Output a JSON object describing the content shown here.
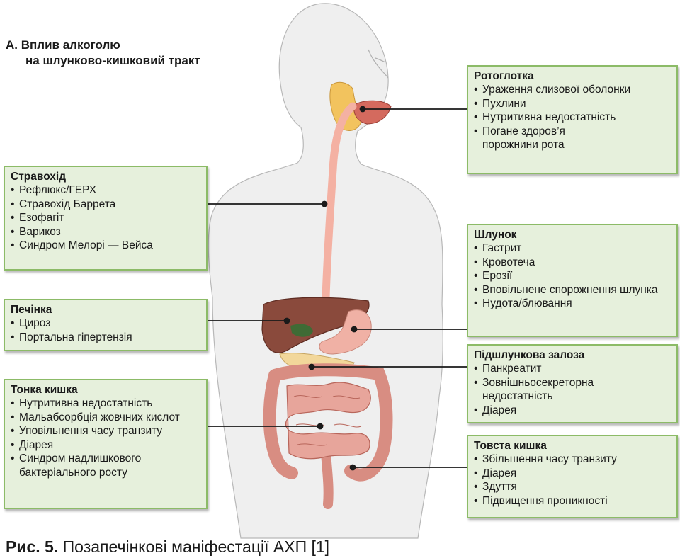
{
  "title": {
    "letter": "А.",
    "line1": "Вплив алкоголю",
    "line2": "на шлунково-кишковий тракт"
  },
  "boxes": {
    "oropharynx": {
      "heading": "Ротоглотка",
      "items": [
        "Ураження слизової оболонки",
        "Пухлини",
        "Нутритивна недостатність",
        "Погане здоров’я порожнини рота"
      ]
    },
    "esophagus": {
      "heading": "Стравохід",
      "items": [
        "Рефлюкс/ГЕРХ",
        "Стравохід Баррета",
        "Езофагіт",
        "Варикоз",
        "Синдром Мелорі — Вейса"
      ]
    },
    "stomach": {
      "heading": "Шлунок",
      "items": [
        "Гастрит",
        "Кровотеча",
        "Ерозії",
        "Вповільнене спорожнення шлунка",
        "Нудота/блювання"
      ]
    },
    "liver": {
      "heading": "Печінка",
      "items": [
        "Цироз",
        "Портальна гіпертензія"
      ]
    },
    "pancreas": {
      "heading": "Підшлункова залоза",
      "items": [
        "Панкреатит",
        "Зовнішньосекреторна недостатність",
        "Діарея"
      ]
    },
    "small_intestine": {
      "heading": "Тонка кишка",
      "items": [
        "Нутритивна недостатність",
        "Мальабсорбція жовчних кислот",
        "Уповільнення часу транзиту",
        "Діарея",
        "Синдром надлишкового бактеріального росту"
      ]
    },
    "large_intestine": {
      "heading": "Товста кишка",
      "items": [
        "Збільшення часу транзиту",
        "Діарея",
        "Здуття",
        "Підвищення проникності"
      ]
    }
  },
  "caption": {
    "label": "Рис. 5.",
    "text": "Позапечінкові маніфестації АХП [1]"
  },
  "colors": {
    "box_fill": "#e6f0dc",
    "box_border": "#8cbb67",
    "body": "#efefef",
    "liver": "#8a4a3c",
    "intestine": "#e7a59b",
    "esophagus": "#f4b1a3",
    "gallbladder": "#3f6b35",
    "pancreas": "#f2d79a"
  }
}
